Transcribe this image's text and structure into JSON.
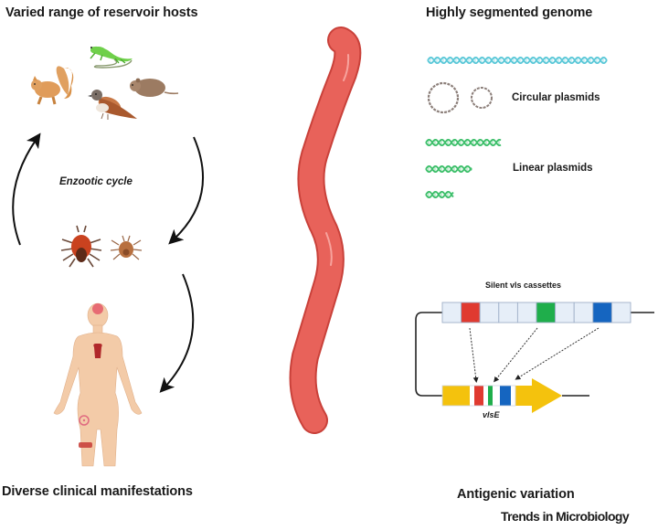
{
  "title_left_top": "Varied range of reservoir hosts",
  "title_left_bottom": "Diverse clinical manifestations",
  "cycle_label": "Enzootic cycle",
  "title_right_top": "Highly segmented genome",
  "circular_label": "Circular plasmids",
  "linear_label": "Linear plasmids",
  "cassette_label": "Silent vls cassettes",
  "gene_label": "vlsE",
  "title_right_bottom": "Antigenic variation",
  "journal": "Trends in Microbiology",
  "hosts": [
    "lizard",
    "squirrel",
    "sparrow",
    "vole"
  ],
  "vectors": [
    "adult tick",
    "nymph tick"
  ],
  "cassettes": {
    "count": 10,
    "colored": [
      {
        "index": 1,
        "color": "#e03a30"
      },
      {
        "index": 5,
        "color": "#1fae4b"
      },
      {
        "index": 8,
        "color": "#1565c0"
      }
    ],
    "empty_color": "#e6eef8"
  },
  "colors": {
    "spirochete": "#e8625a",
    "spirochete_edge": "#c9413a",
    "chromosome": "#5bc8d8",
    "linear_plasmid": "#3dbf6a",
    "circular_plasmid": "#8c7f7a",
    "gene_body": "#f4c20d",
    "skin": "#f3cba8"
  }
}
